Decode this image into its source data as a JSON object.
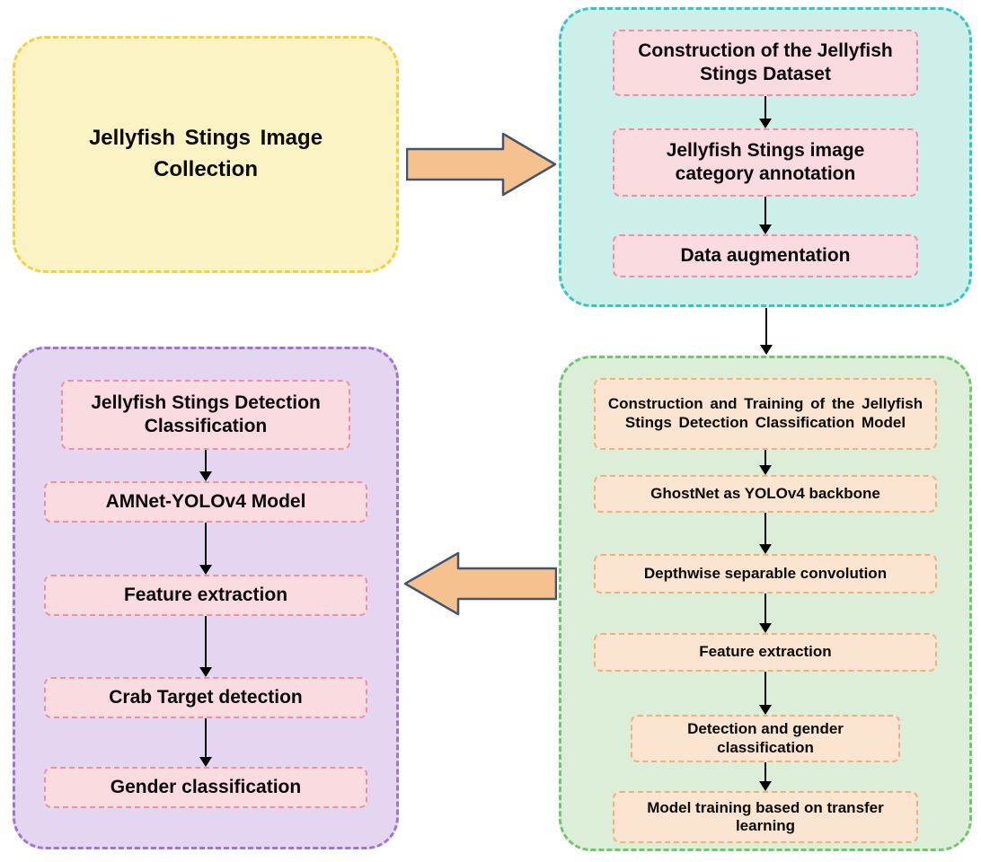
{
  "diagram": {
    "collection_panel": {
      "title": "Jellyfish Stings Image Collection"
    },
    "dataset_panel": {
      "steps": [
        "Construction of the Jellyfish Stings Dataset",
        "Jellyfish Stings image category annotation",
        "Data augmentation"
      ]
    },
    "model_panel": {
      "steps": [
        "Construction and Training of the Jellyfish Stings Detection Classification Model",
        "GhostNet as YOLOv4 backbone",
        "Depthwise separable convolution",
        "Feature extraction",
        "Detection and gender classification",
        "Model training based on transfer learning"
      ]
    },
    "detection_panel": {
      "steps": [
        "Jellyfish Stings Detection Classification",
        "AMNet-YOLOv4 Model",
        "Feature extraction",
        "Crab Target detection",
        "Gender classification"
      ]
    },
    "colors": {
      "collection_fill": "#FCF3C5",
      "collection_border": "#EFD23F",
      "dataset_fill": "#CDEFEA",
      "dataset_border": "#37C5BF",
      "detection_fill": "#E4D6F1",
      "detection_border": "#9F76C9",
      "model_fill": "#DCEED7",
      "model_border": "#72C572",
      "pink_step_fill": "#FADBE0",
      "pink_step_border": "#EE8FA5",
      "peach_step_fill": "#FBE4D0",
      "peach_step_border": "#EFAF7E",
      "block_arrow_fill": "#F5C28F",
      "block_arrow_border": "#44546A",
      "thin_arrow": "#000000"
    }
  }
}
